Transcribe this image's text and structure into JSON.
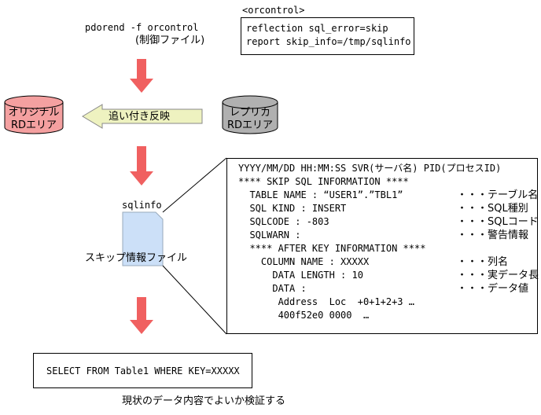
{
  "command": {
    "line1": "pdorend -f orcontrol",
    "line2": "(制御ファイル)"
  },
  "orcontrol": {
    "label": "<orcontrol>",
    "lines": [
      "reflection sql_error=skip",
      "report skip_info=/tmp/sqlinfo"
    ]
  },
  "original_db": {
    "line1": "オリジナル",
    "line2": "RDエリア",
    "color": "#f4a0a0"
  },
  "replica_db": {
    "line1": "レプリカ",
    "line2": "RDエリア",
    "color": "#b0b0b0"
  },
  "sync_arrow": {
    "label": "追い付き反映",
    "color": "#eef2c0"
  },
  "flow_arrow_color": "#f06060",
  "sqlinfo_file": {
    "filename": "sqlinfo",
    "caption": "スキップ情報ファイル",
    "color": "#cce0f8"
  },
  "skip_info": {
    "lines": [
      "YYYY/MM/DD HH:MM:SS SVR(サーバ名) PID(プロセスID)",
      "**** SKIP SQL INFORMATION ****",
      "  TABLE NAME : “USER1”.”TBL1”",
      "  SQL KIND : INSERT",
      "  SQLCODE : -803",
      "  SQLWARN :",
      "  **** AFTER KEY INFORMATION ****",
      "    COLUMN NAME : XXXXX",
      "      DATA LENGTH : 10",
      "      DATA :",
      "       Address  Loc  +0+1+2+3 …",
      "       400f52e0 0000  …"
    ],
    "notes": [
      {
        "row": 2,
        "text": "・・・テーブル名"
      },
      {
        "row": 3,
        "text": "・・・SQL種別"
      },
      {
        "row": 4,
        "text": "・・・SQLコード"
      },
      {
        "row": 5,
        "text": "・・・警告情報"
      },
      {
        "row": 7,
        "text": "・・・列名"
      },
      {
        "row": 8,
        "text": "・・・実データ長"
      },
      {
        "row": 9,
        "text": "・・・データ値"
      }
    ]
  },
  "select_query": "SELECT FROM Table1 WHERE KEY=XXXXX",
  "bottom_caption": "現状のデータ内容でよいか検証する"
}
